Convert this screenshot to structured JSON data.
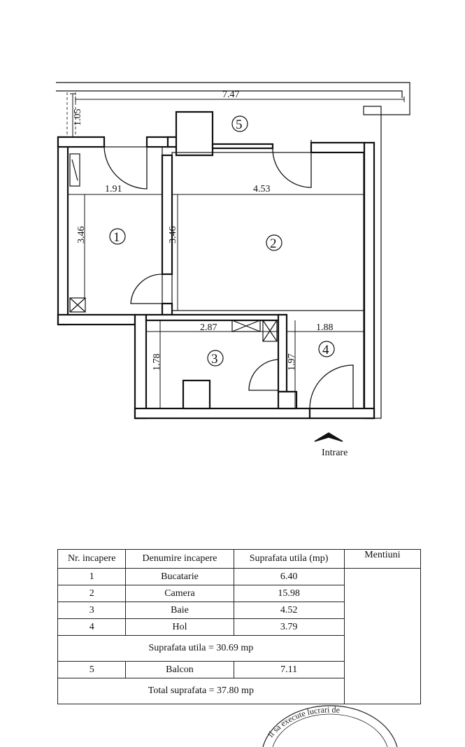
{
  "plan": {
    "dimensions": {
      "balcony_length": "7.47",
      "balcony_depth": "1.05",
      "kitchen_width": "1.91",
      "room_width": "4.53",
      "kitchen_depth": "3.46",
      "room_depth": "3.46",
      "bath_width": "2.87",
      "hall_width": "1.88",
      "bath_depth": "1.78",
      "hall_depth": "1.97"
    },
    "room_numbers": [
      "1",
      "2",
      "3",
      "4",
      "5"
    ],
    "entrance_label": "Intrare"
  },
  "table": {
    "headers": [
      "Nr. incapere",
      "Denumire incapere",
      "Suprafata utila (mp)",
      "Mentiuni"
    ],
    "rows": [
      {
        "nr": "1",
        "name": "Bucatarie",
        "area": "6.40"
      },
      {
        "nr": "2",
        "name": "Camera",
        "area": "15.98"
      },
      {
        "nr": "3",
        "name": "Baie",
        "area": "4.52"
      },
      {
        "nr": "4",
        "name": "Hol",
        "area": "3.79"
      }
    ],
    "usable_total": "Suprafata utila = 30.69 mp",
    "balcony_row": {
      "nr": "5",
      "name": "Balcon",
      "area": "7.11"
    },
    "grand_total": "Total suprafata = 37.80 mp"
  },
  "stamp_text": "il sa execute lucrari de"
}
